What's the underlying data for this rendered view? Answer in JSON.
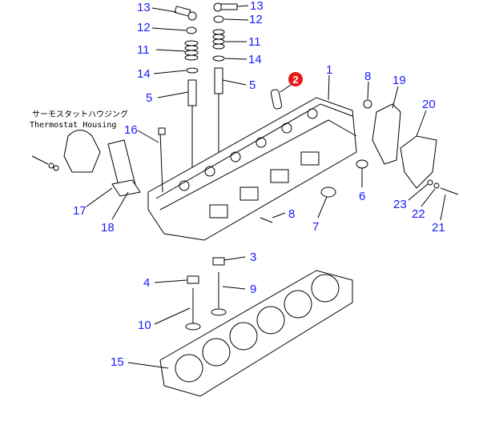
{
  "thermostat_label": {
    "japanese": "サーモスタットハウジング",
    "english": "Thermostat Housing"
  },
  "highlight": {
    "number": "2",
    "color": "#e81818"
  },
  "callout_color": "#1a1aff",
  "callouts": [
    "13",
    "12",
    "11",
    "14",
    "5",
    "13",
    "12",
    "11",
    "14",
    "5",
    "1",
    "8",
    "19",
    "20",
    "16",
    "6",
    "7",
    "8",
    "17",
    "18",
    "23",
    "22",
    "21",
    "3",
    "4",
    "9",
    "10",
    "15"
  ]
}
